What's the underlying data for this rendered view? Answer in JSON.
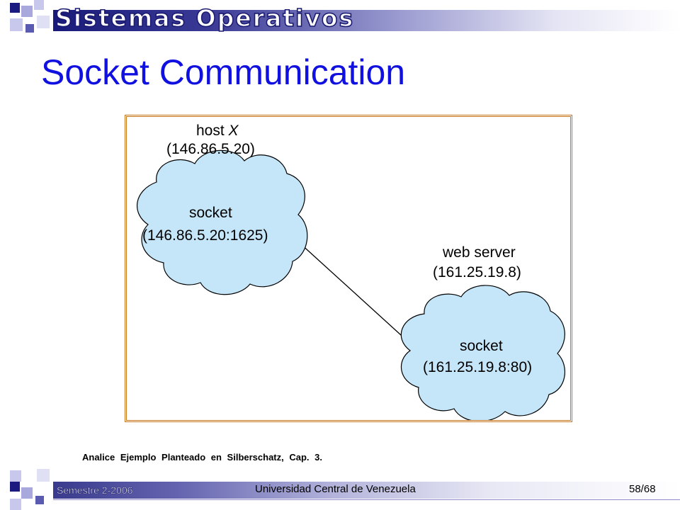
{
  "header": {
    "banner_title": "Sistemas Operativos",
    "slide_title": "Socket Communication"
  },
  "diagram": {
    "host_label": "host",
    "host_name": "X",
    "host_ip": "(146.86.5.20)",
    "host_socket_label": "socket",
    "host_socket_address": "(146.86.5.20:1625)",
    "server_label": "web server",
    "server_ip": "(161.25.19.8)",
    "server_socket_label": "socket",
    "server_socket_address": "(161.25.19.8:80)"
  },
  "note": "Analice Ejemplo Planteado en Silberschatz, Cap. 3.",
  "footer": {
    "semester": "Semestre 2-2006",
    "university": "Universidad Central de Venezuela",
    "page": "58/68"
  },
  "colors": {
    "title_blue": "#1010e0",
    "banner_dark": "#1a1a7a",
    "frame_orange": "#c8761d",
    "cloud_fill": "#c5e6f8"
  }
}
